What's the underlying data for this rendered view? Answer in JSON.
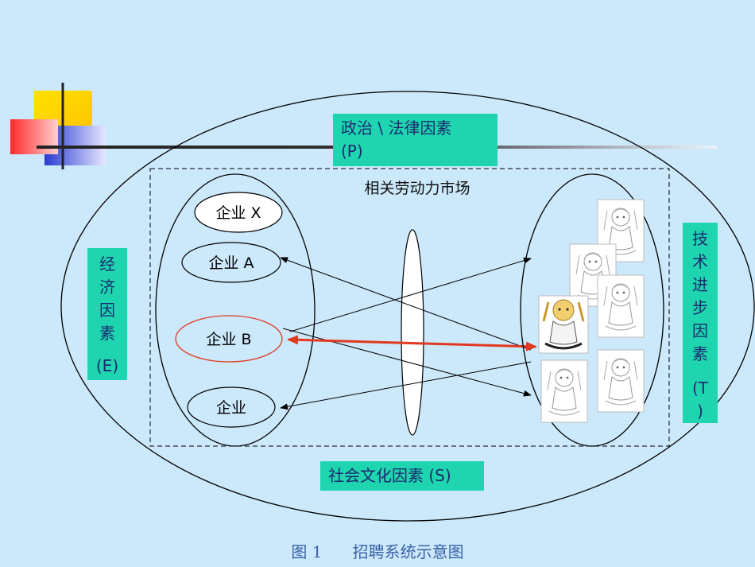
{
  "factors": {
    "political_line1": "政治 \\ 法律因素",
    "political_line2": "(P)",
    "economic_chars": [
      "经",
      "济",
      "因",
      "素"
    ],
    "economic_code": "(E)",
    "technology_chars": [
      "技",
      "术",
      "进",
      "步",
      "因",
      "素"
    ],
    "technology_code_1": "(T",
    "technology_code_2": ")",
    "social": "社会文化因素 (S)"
  },
  "market": {
    "title": "相关劳动力市场"
  },
  "companies": {
    "x": "企业 X",
    "a": "企业 A",
    "b": "企业 B",
    "d": "企业"
  },
  "caption": "图 1      招聘系统示意图",
  "colors": {
    "background": "#cce8fb",
    "factor_box": "#1fd5b0",
    "factor_text": "#1c2a6e",
    "highlight_arrow": "#e0391f",
    "caption_text": "#3a63a8"
  }
}
